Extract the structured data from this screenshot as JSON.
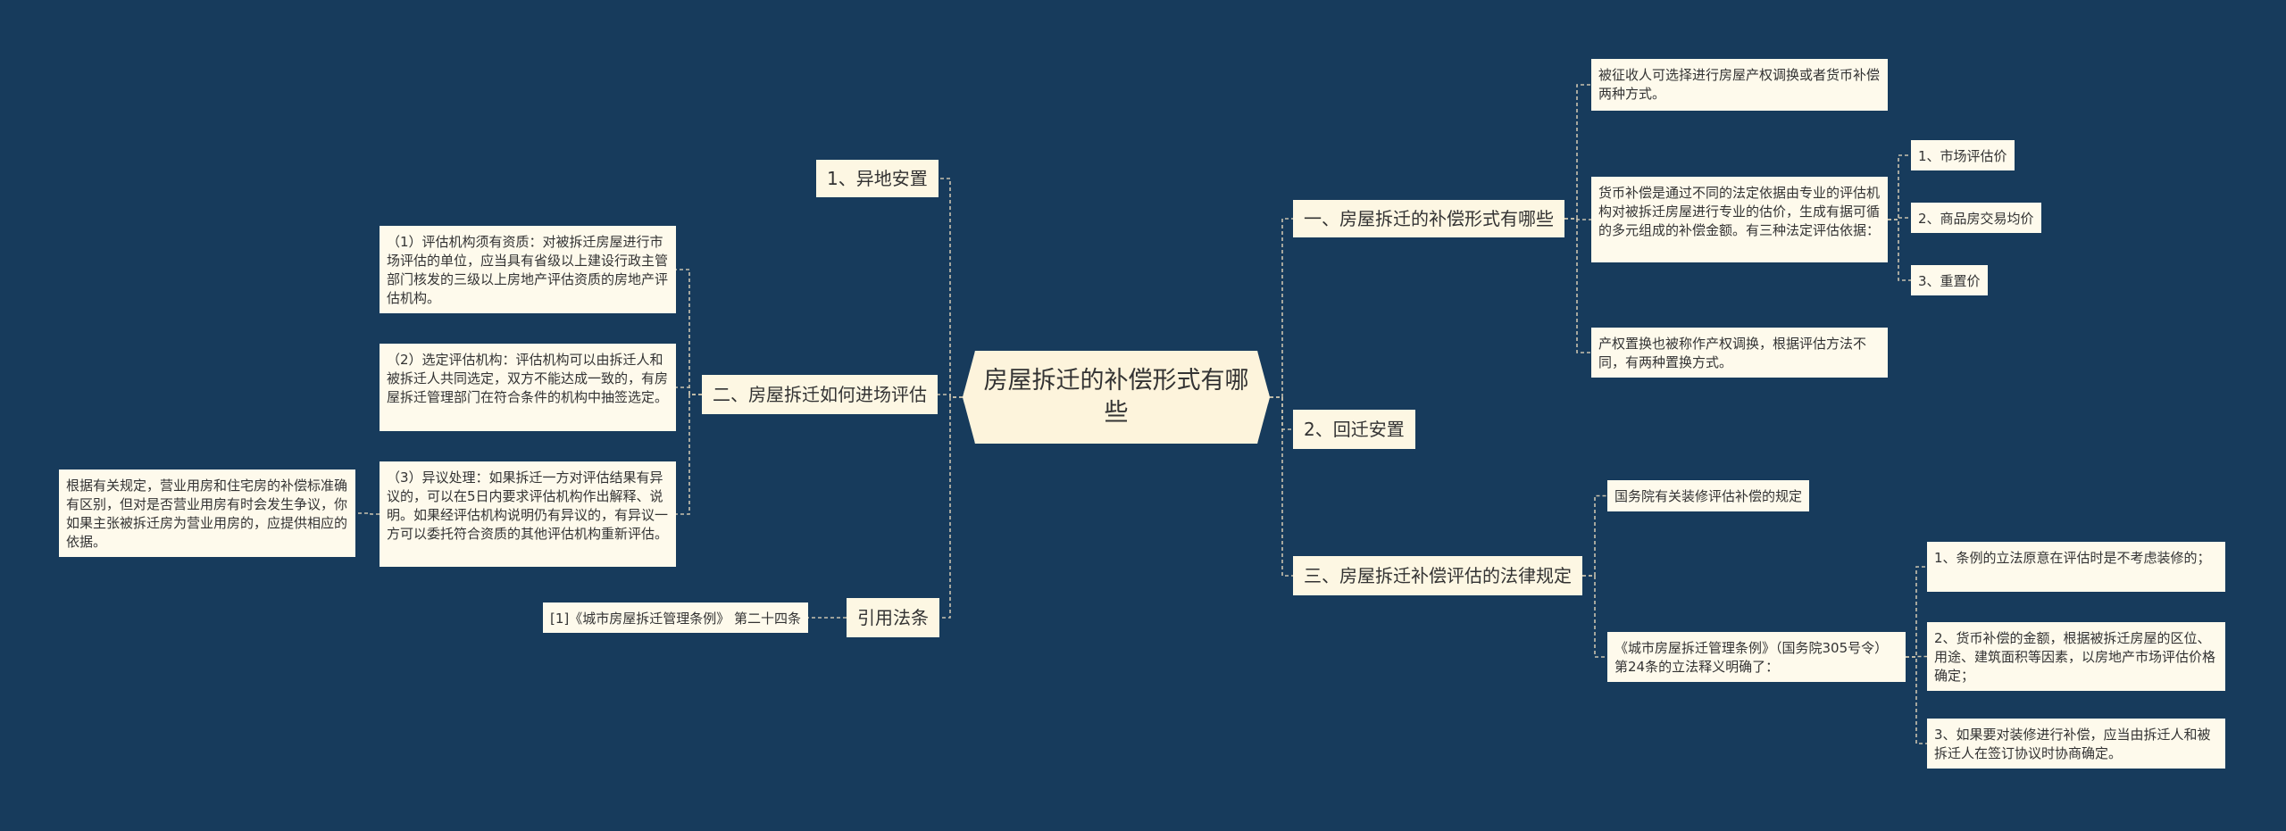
{
  "root": {
    "label": "房屋拆迁的补偿形式有哪些"
  },
  "left": {
    "relocation": "1、异地安置",
    "assessment": {
      "label": "二、房屋拆迁如何进场评估",
      "items": [
        "（1）评估机构须有资质：对被拆迁房屋进行市场评估的单位，应当具有省级以上建设行政主管部门核发的三级以上房地产评估资质的房地产评估机构。",
        "（2）选定评估机构：评估机构可以由拆迁人和被拆迁人共同选定，双方不能达成一致的，有房屋拆迁管理部门在符合条件的机构中抽签选定。",
        "（3）异议处理：如果拆迁一方对评估结果有异议的，可以在5日内要求评估机构作出解释、说明。如果经评估机构说明仍有异议的，有异议一方可以委托符合资质的其他评估机构重新评估。"
      ],
      "note": "根据有关规定，营业用房和住宅房的补偿标准确有区别，但对是否营业用房有时会发生争议，你如果主张被拆迁房为营业用房的，应提供相应的依据。"
    },
    "citation": {
      "label": "引用法条",
      "item": "[1]《城市房屋拆迁管理条例》 第二十四条"
    }
  },
  "right": {
    "forms": {
      "label": "一、房屋拆迁的补偿形式有哪些",
      "items": [
        "被征收人可选择进行房屋产权调换或者货币补偿两种方式。",
        "货币补偿是通过不同的法定依据由专业的评估机构对被拆迁房屋进行专业的估价，生成有据可循的多元组成的补偿金额。有三种法定评估依据：",
        "产权置换也被称作产权调换，根据评估方法不同，有两种置换方式。"
      ],
      "bases": [
        "1、市场评估价",
        "2、商品房交易均价",
        "3、重置价"
      ]
    },
    "return": "2、回迁安置",
    "legal": {
      "label": "三、房屋拆迁补偿评估的法律规定",
      "items": [
        "国务院有关装修评估补偿的规定",
        "《城市房屋拆迁管理条例》（国务院305号令）第24条的立法释义明确了："
      ],
      "points": [
        "1、条例的立法原意在评估时是不考虑装修的；",
        "2、货币补偿的金额，根据被拆迁房屋的区位、用途、建筑面积等因素，以房地产市场评估价格确定；",
        "3、如果要对装修进行补偿，应当由拆迁人和被拆迁人在签订协议时协商确定。"
      ]
    }
  },
  "colors": {
    "background": "#173b5c",
    "node": "#fdf7e3",
    "connector": "#c9c2ae"
  }
}
